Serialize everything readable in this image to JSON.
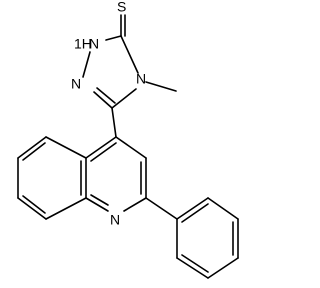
{
  "structure": {
    "atoms": {
      "thione_s": "S",
      "n1h": "1H",
      "n1": "N",
      "n2": "N",
      "n4": "N",
      "methyl": "CH3",
      "quinoline_n": "N"
    },
    "colors": {
      "ink": "#000000",
      "background": "#ffffff"
    }
  }
}
